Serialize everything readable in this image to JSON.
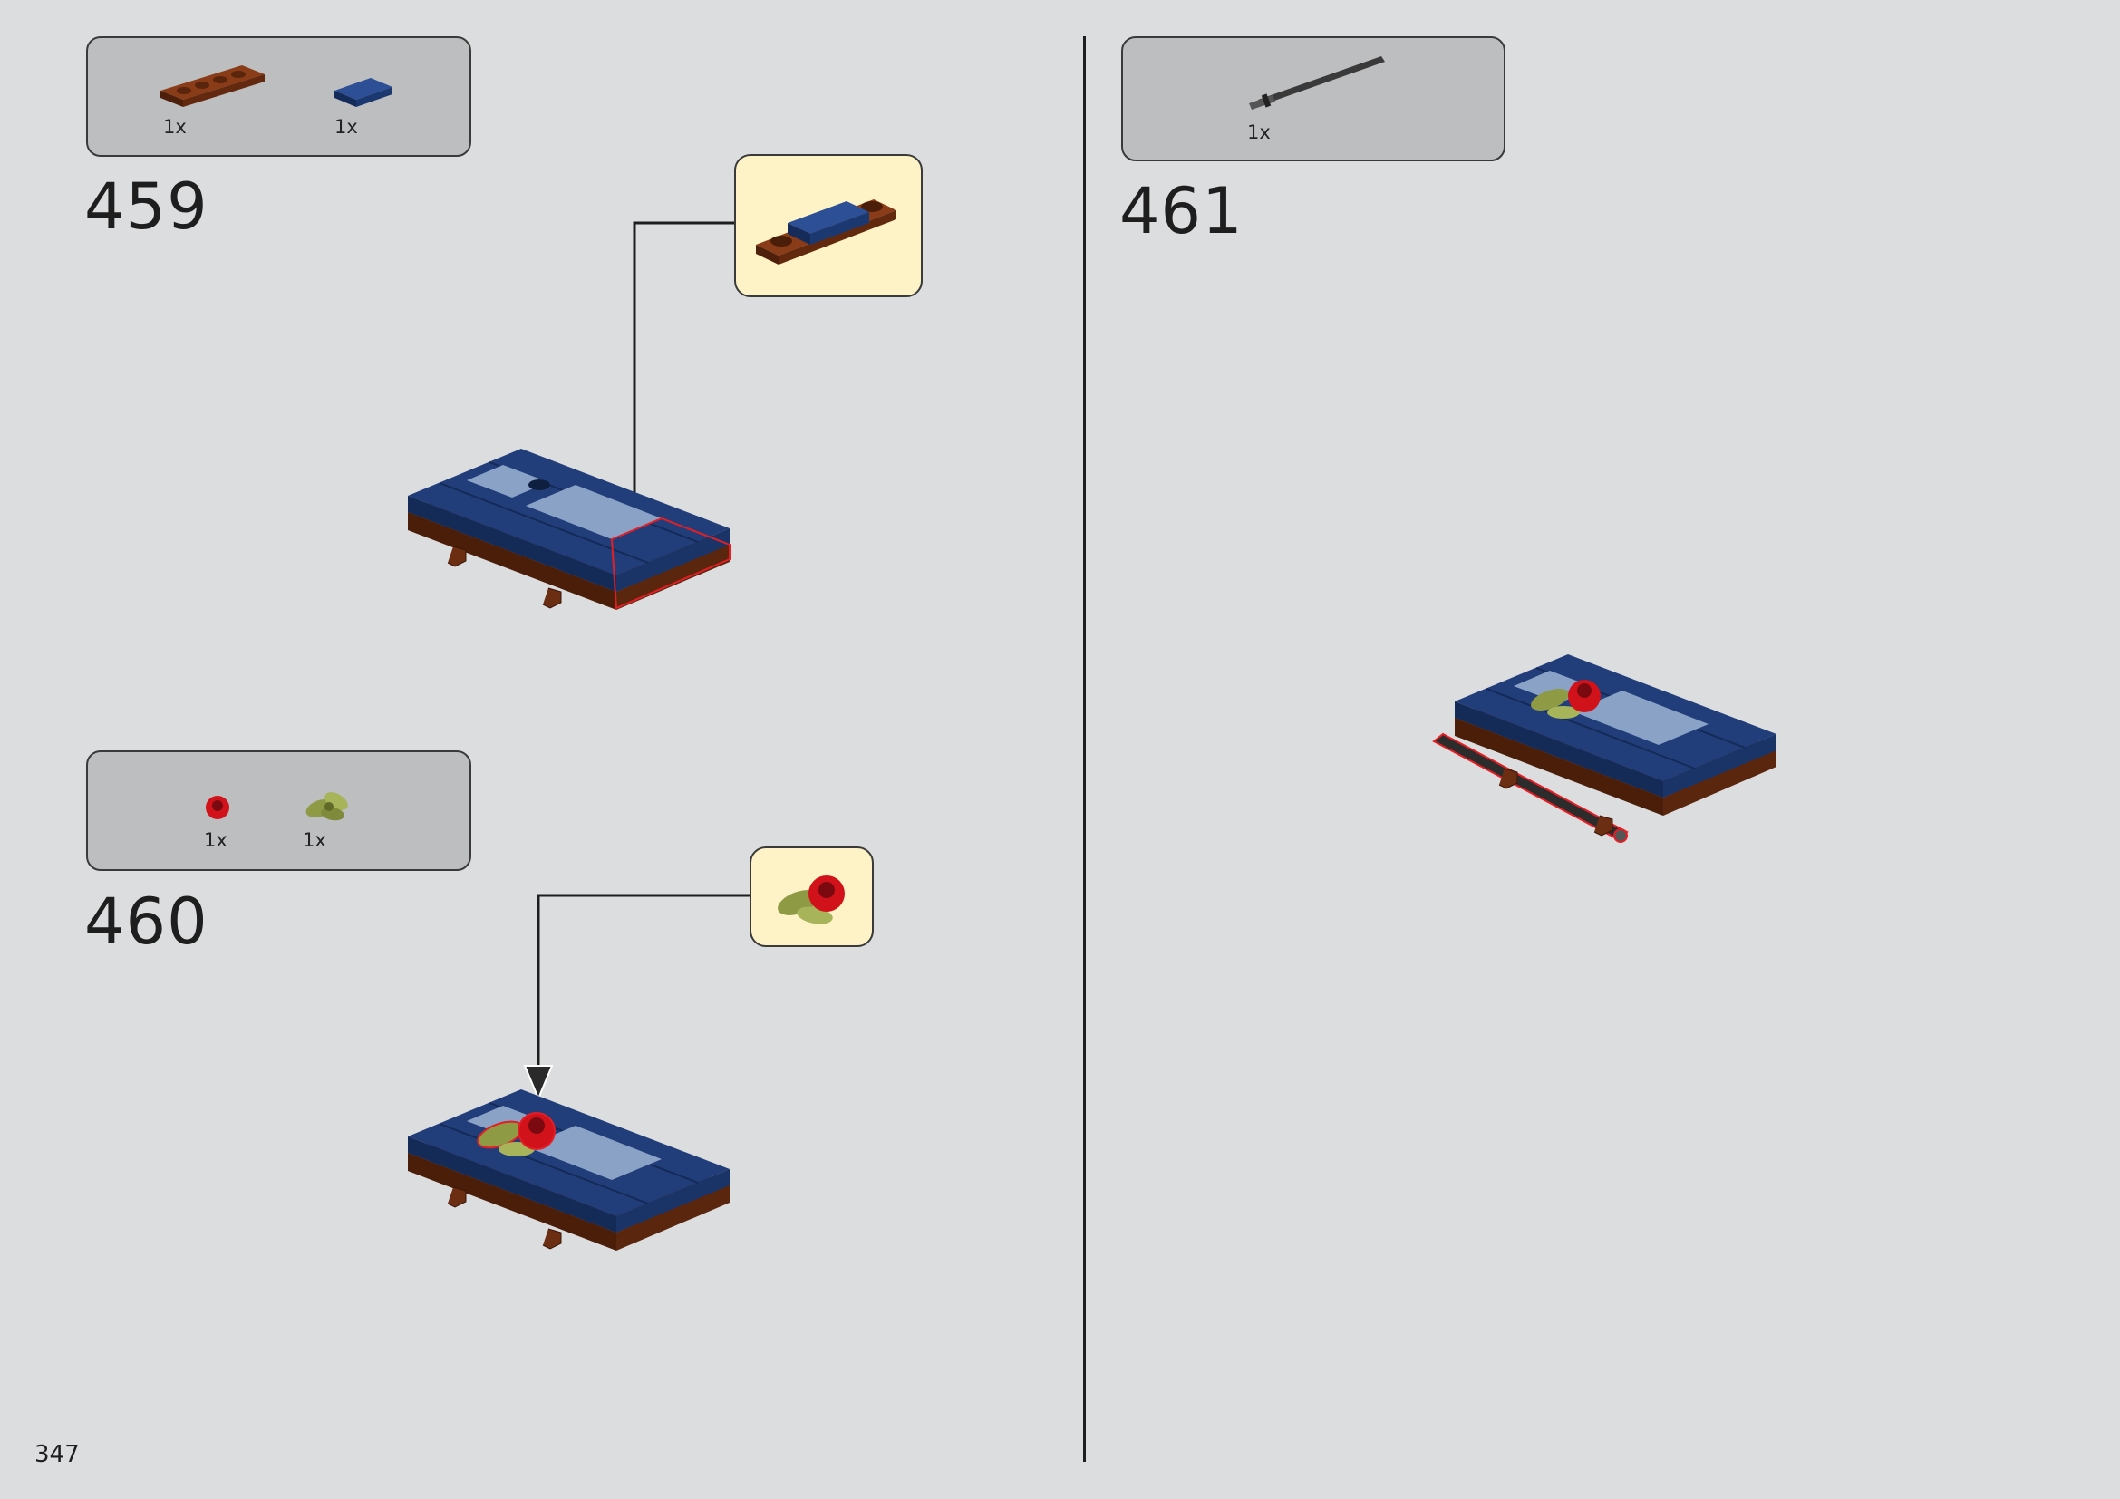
{
  "page": {
    "number": "347"
  },
  "steps": [
    {
      "number": "459",
      "parts": [
        {
          "icon": "brown-plate-1x4-icon",
          "qty": "1x"
        },
        {
          "icon": "blue-tile-1x2-icon",
          "qty": "1x"
        }
      ]
    },
    {
      "number": "460",
      "parts": [
        {
          "icon": "red-flower-icon",
          "qty": "1x"
        },
        {
          "icon": "olive-leaves-icon",
          "qty": "1x"
        }
      ]
    },
    {
      "number": "461",
      "parts": [
        {
          "icon": "black-bar-icon",
          "qty": "1x"
        }
      ]
    }
  ],
  "colors": {
    "background": "#dcdddf",
    "parts_box": "#bdbec0",
    "callout": "#fdf3c6",
    "dark_blue": "#1f3a73",
    "brown": "#6b2e12",
    "highlight": "#e31e24"
  }
}
